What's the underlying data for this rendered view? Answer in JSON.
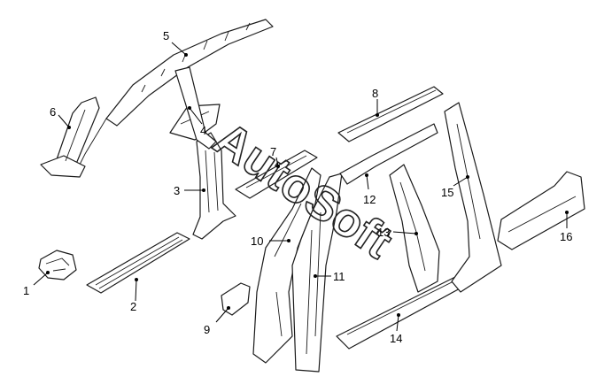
{
  "watermark": "AutoSoft",
  "callouts": [
    "1",
    "2",
    "3",
    "4",
    "5",
    "6",
    "7",
    "8",
    "9",
    "10",
    "11",
    "12",
    "13",
    "14",
    "15",
    "16"
  ],
  "colors": {
    "line": "#1a1a1a",
    "background": "#ffffff"
  }
}
